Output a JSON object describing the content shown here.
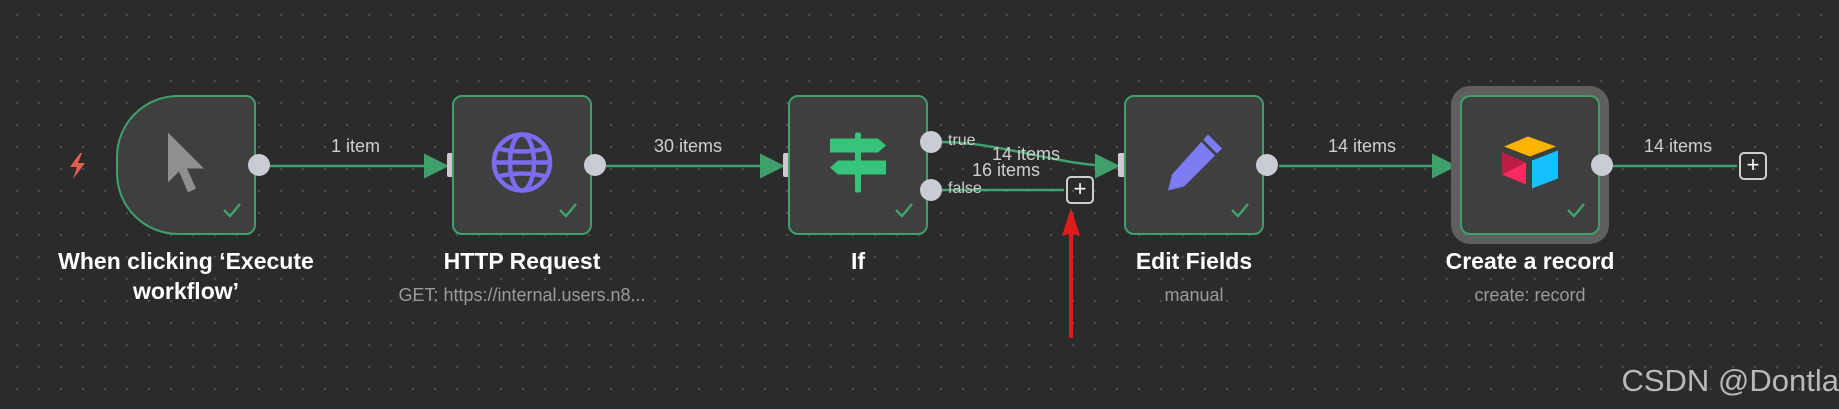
{
  "canvas": {
    "edges": [
      {
        "label": "1 item"
      },
      {
        "label": "30 items"
      },
      {
        "label": "14 items"
      },
      {
        "label": "16 items"
      },
      {
        "label": "14 items"
      },
      {
        "label": "14 items"
      }
    ],
    "if_ports": {
      "true_label": "true",
      "false_label": "false"
    }
  },
  "nodes": [
    {
      "title": "When clicking ‘Execute workflow’",
      "subtitle": "",
      "icon": "cursor-icon",
      "status": "success"
    },
    {
      "title": "HTTP Request",
      "subtitle": "GET: https://internal.users.n8...",
      "icon": "globe-icon",
      "status": "success"
    },
    {
      "title": "If",
      "subtitle": "",
      "icon": "signpost-icon",
      "status": "success"
    },
    {
      "title": "Edit Fields",
      "subtitle": "manual",
      "icon": "pencil-icon",
      "status": "success"
    },
    {
      "title": "Create a record",
      "subtitle": "create: record",
      "icon": "airtable-icon",
      "status": "success"
    }
  ],
  "add_buttons": {
    "symbol": "+"
  },
  "watermark": "CSDN @Dontla",
  "colors": {
    "canvas_bg": "#2b2b2b",
    "node_bg": "#3f3f40",
    "success_border": "#3fa06a",
    "edge": "#3fa06a",
    "annotation_arrow": "#e01b1b",
    "trigger_bolt": "#e0604f",
    "globe": "#7b6cf0",
    "signpost": "#35c47a",
    "pencil": "#7c7cf4"
  }
}
